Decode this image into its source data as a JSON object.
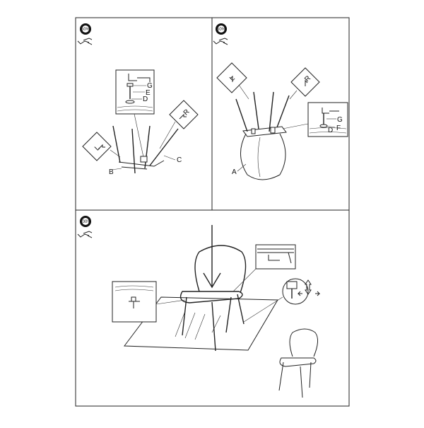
{
  "panels": [
    {
      "step_percent": "50%",
      "labels": {
        "g": "G",
        "e": "E",
        "d": "D",
        "b": "B",
        "c": "C"
      },
      "tags": {
        "left": "L",
        "right": "R"
      }
    },
    {
      "step_percent": "50%",
      "labels": {
        "a": "A",
        "g": "G",
        "f": "F",
        "d": "D"
      },
      "tags": {
        "left": "L",
        "right": "R"
      }
    },
    {
      "step_percent": "100%"
    }
  ]
}
